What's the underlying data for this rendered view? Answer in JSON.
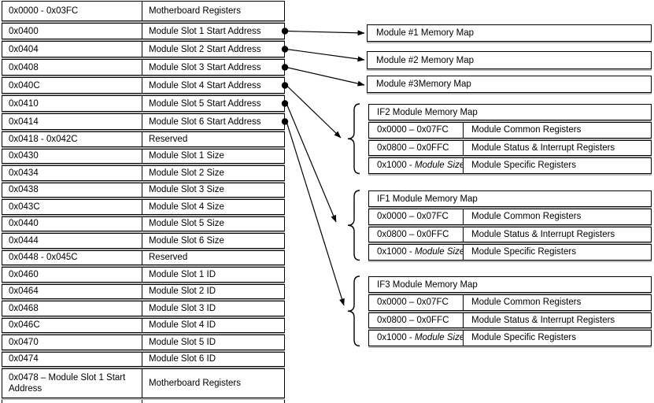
{
  "left_table": {
    "rows": [
      {
        "address": "0x0000 - 0x03FC",
        "description": "Motherboard Registers",
        "connector": false
      },
      {
        "address": "0x0400",
        "description": "Module Slot 1 Start Address",
        "connector": true
      },
      {
        "address": "0x0404",
        "description": "Module Slot 2 Start Address",
        "connector": true
      },
      {
        "address": "0x0408",
        "description": "Module Slot 3 Start Address",
        "connector": true
      },
      {
        "address": "0x040C",
        "description": "Module Slot 4 Start Address",
        "connector": true
      },
      {
        "address": "0x0410",
        "description": "Module Slot 5 Start Address",
        "connector": true
      },
      {
        "address": "0x0414",
        "description": "Module Slot 6 Start Address",
        "connector": true
      },
      {
        "address": "0x0418 - 0x042C",
        "description": "Reserved",
        "connector": false
      },
      {
        "address": "0x0430",
        "description": "Module Slot 1 Size",
        "connector": false
      },
      {
        "address": "0x0434",
        "description": "Module Slot 2 Size",
        "connector": false
      },
      {
        "address": "0x0438",
        "description": "Module Slot 3 Size",
        "connector": false
      },
      {
        "address": "0x043C",
        "description": "Module Slot 4 Size",
        "connector": false
      },
      {
        "address": "0x0440",
        "description": "Module Slot 5 Size",
        "connector": false
      },
      {
        "address": "0x0444",
        "description": "Module Slot 6 Size",
        "connector": false
      },
      {
        "address": "0x0448 - 0x045C",
        "description": "Reserved",
        "connector": false
      },
      {
        "address": "0x0460",
        "description": "Module Slot 1 ID",
        "connector": false
      },
      {
        "address": "0x0464",
        "description": "Module Slot 2 ID",
        "connector": false
      },
      {
        "address": "0x0468",
        "description": "Module Slot 3 ID",
        "connector": false
      },
      {
        "address": "0x046C",
        "description": "Module Slot 4 ID",
        "connector": false
      },
      {
        "address": "0x0470",
        "description": "Module Slot 5 ID",
        "connector": false
      },
      {
        "address": "0x0474",
        "description": "Module Slot 6 ID",
        "connector": false
      },
      {
        "address": "0x0478 – Module Slot 1 Start Address",
        "description": "Motherboard Registers",
        "connector": false
      }
    ]
  },
  "module_map_boxes": [
    {
      "label": "Module #1 Memory Map"
    },
    {
      "label": "Module #2 Memory Map"
    },
    {
      "label": "Module #3Memory Map"
    }
  ],
  "if_module_tables": [
    {
      "title": "IF2 Module Memory Map",
      "rows": [
        {
          "address": "0x0000 – 0x07FC",
          "address_italic": "",
          "description": "Module Common Registers"
        },
        {
          "address": "0x0800 – 0x0FFC",
          "address_italic": "",
          "description": "Module Status & Interrupt Registers"
        },
        {
          "address": "0x1000 - ",
          "address_italic": "Module Size",
          "description": "Module Specific Registers"
        }
      ]
    },
    {
      "title": "IF1 Module Memory Map",
      "rows": [
        {
          "address": "0x0000 – 0x07FC",
          "address_italic": "",
          "description": "Module Common Registers"
        },
        {
          "address": "0x0800 – 0x0FFC",
          "address_italic": "",
          "description": "Module Status & Interrupt Registers"
        },
        {
          "address": "0x1000 - ",
          "address_italic": "Module Size",
          "description": "Module Specific Registers"
        }
      ]
    },
    {
      "title": "IF3 Module Memory Map",
      "rows": [
        {
          "address": "0x0000 – 0x07FC",
          "address_italic": "",
          "description": "Module Common Registers"
        },
        {
          "address": "0x0800 – 0x0FFC",
          "address_italic": "",
          "description": "Module Status & Interrupt Registers"
        },
        {
          "address": "0x1000 - ",
          "address_italic": "Module Size",
          "description": "Module Specific Registers"
        }
      ]
    }
  ]
}
